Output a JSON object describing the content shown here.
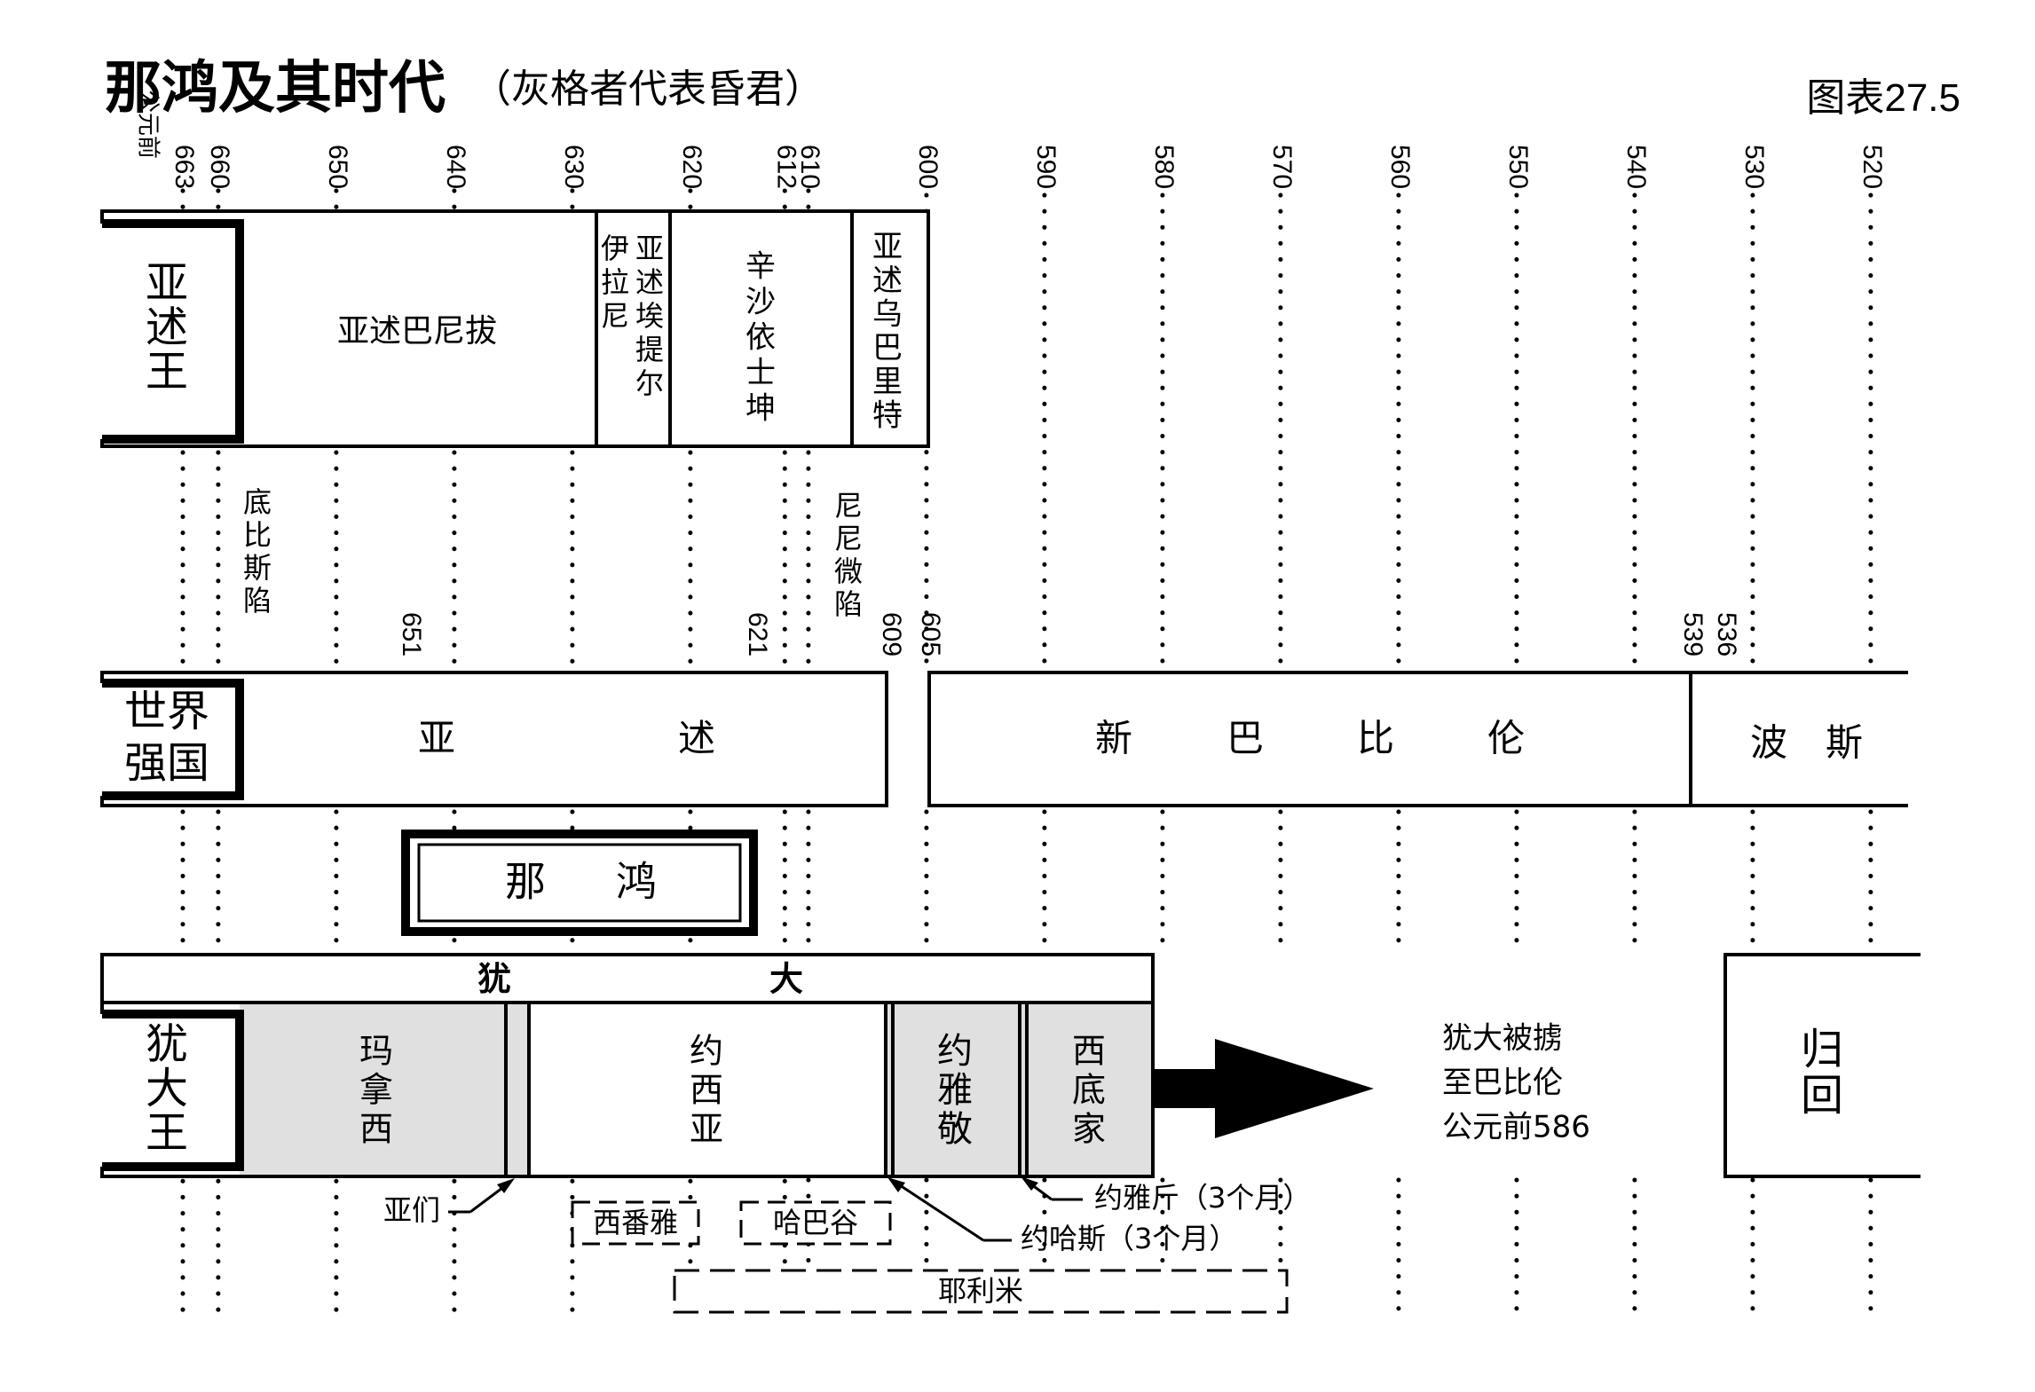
{
  "title": "那鸿及其时代",
  "subtitle": "（灰格者代表昏君）",
  "figure_number": "图表27.5",
  "era_label": "公元前",
  "top_years": [
    "663",
    "660",
    "650",
    "640",
    "630",
    "620",
    "612",
    "610",
    "600",
    "590",
    "580",
    "570",
    "560",
    "550",
    "540",
    "530",
    "520"
  ],
  "mid_years": [
    "651",
    "621",
    "609",
    "605",
    "539",
    "536"
  ],
  "rows": {
    "assyrian_kings": "亚述王",
    "world_powers": "世界强国",
    "judah_kings": "犹大王"
  },
  "assyrian_kings": [
    "亚述巴尼拔",
    "伊拉尼",
    "亚述埃提尔",
    "辛沙依士坤",
    "亚述乌巴里特"
  ],
  "events": {
    "thebes_fall": "底比斯陷",
    "nineveh_fall": "尼尼微陷"
  },
  "powers": {
    "assyria": [
      "亚",
      "述"
    ],
    "neo_babylon": [
      "新",
      "巴",
      "比",
      "伦"
    ],
    "persia": [
      "波",
      "斯"
    ]
  },
  "prophet": [
    "那",
    "鸿"
  ],
  "judah_band": [
    "犹",
    "大"
  ],
  "judah_kings": [
    "玛拿西",
    "约西亚",
    "约雅敬",
    "西底家"
  ],
  "captivity": [
    "犹大被掳",
    "至巴比伦",
    "公元前586"
  ],
  "return_label": "归回",
  "notes": {
    "amon": "亚们",
    "jehoiachin": "约雅斤（3个月）",
    "jehoahaz": "约哈斯（3个月）"
  },
  "prophets_boxes": [
    "西番雅",
    "哈巴谷",
    "耶利米"
  ],
  "colors": {
    "evil_king_fill": "#e0e0e0",
    "ink": "#000000"
  }
}
